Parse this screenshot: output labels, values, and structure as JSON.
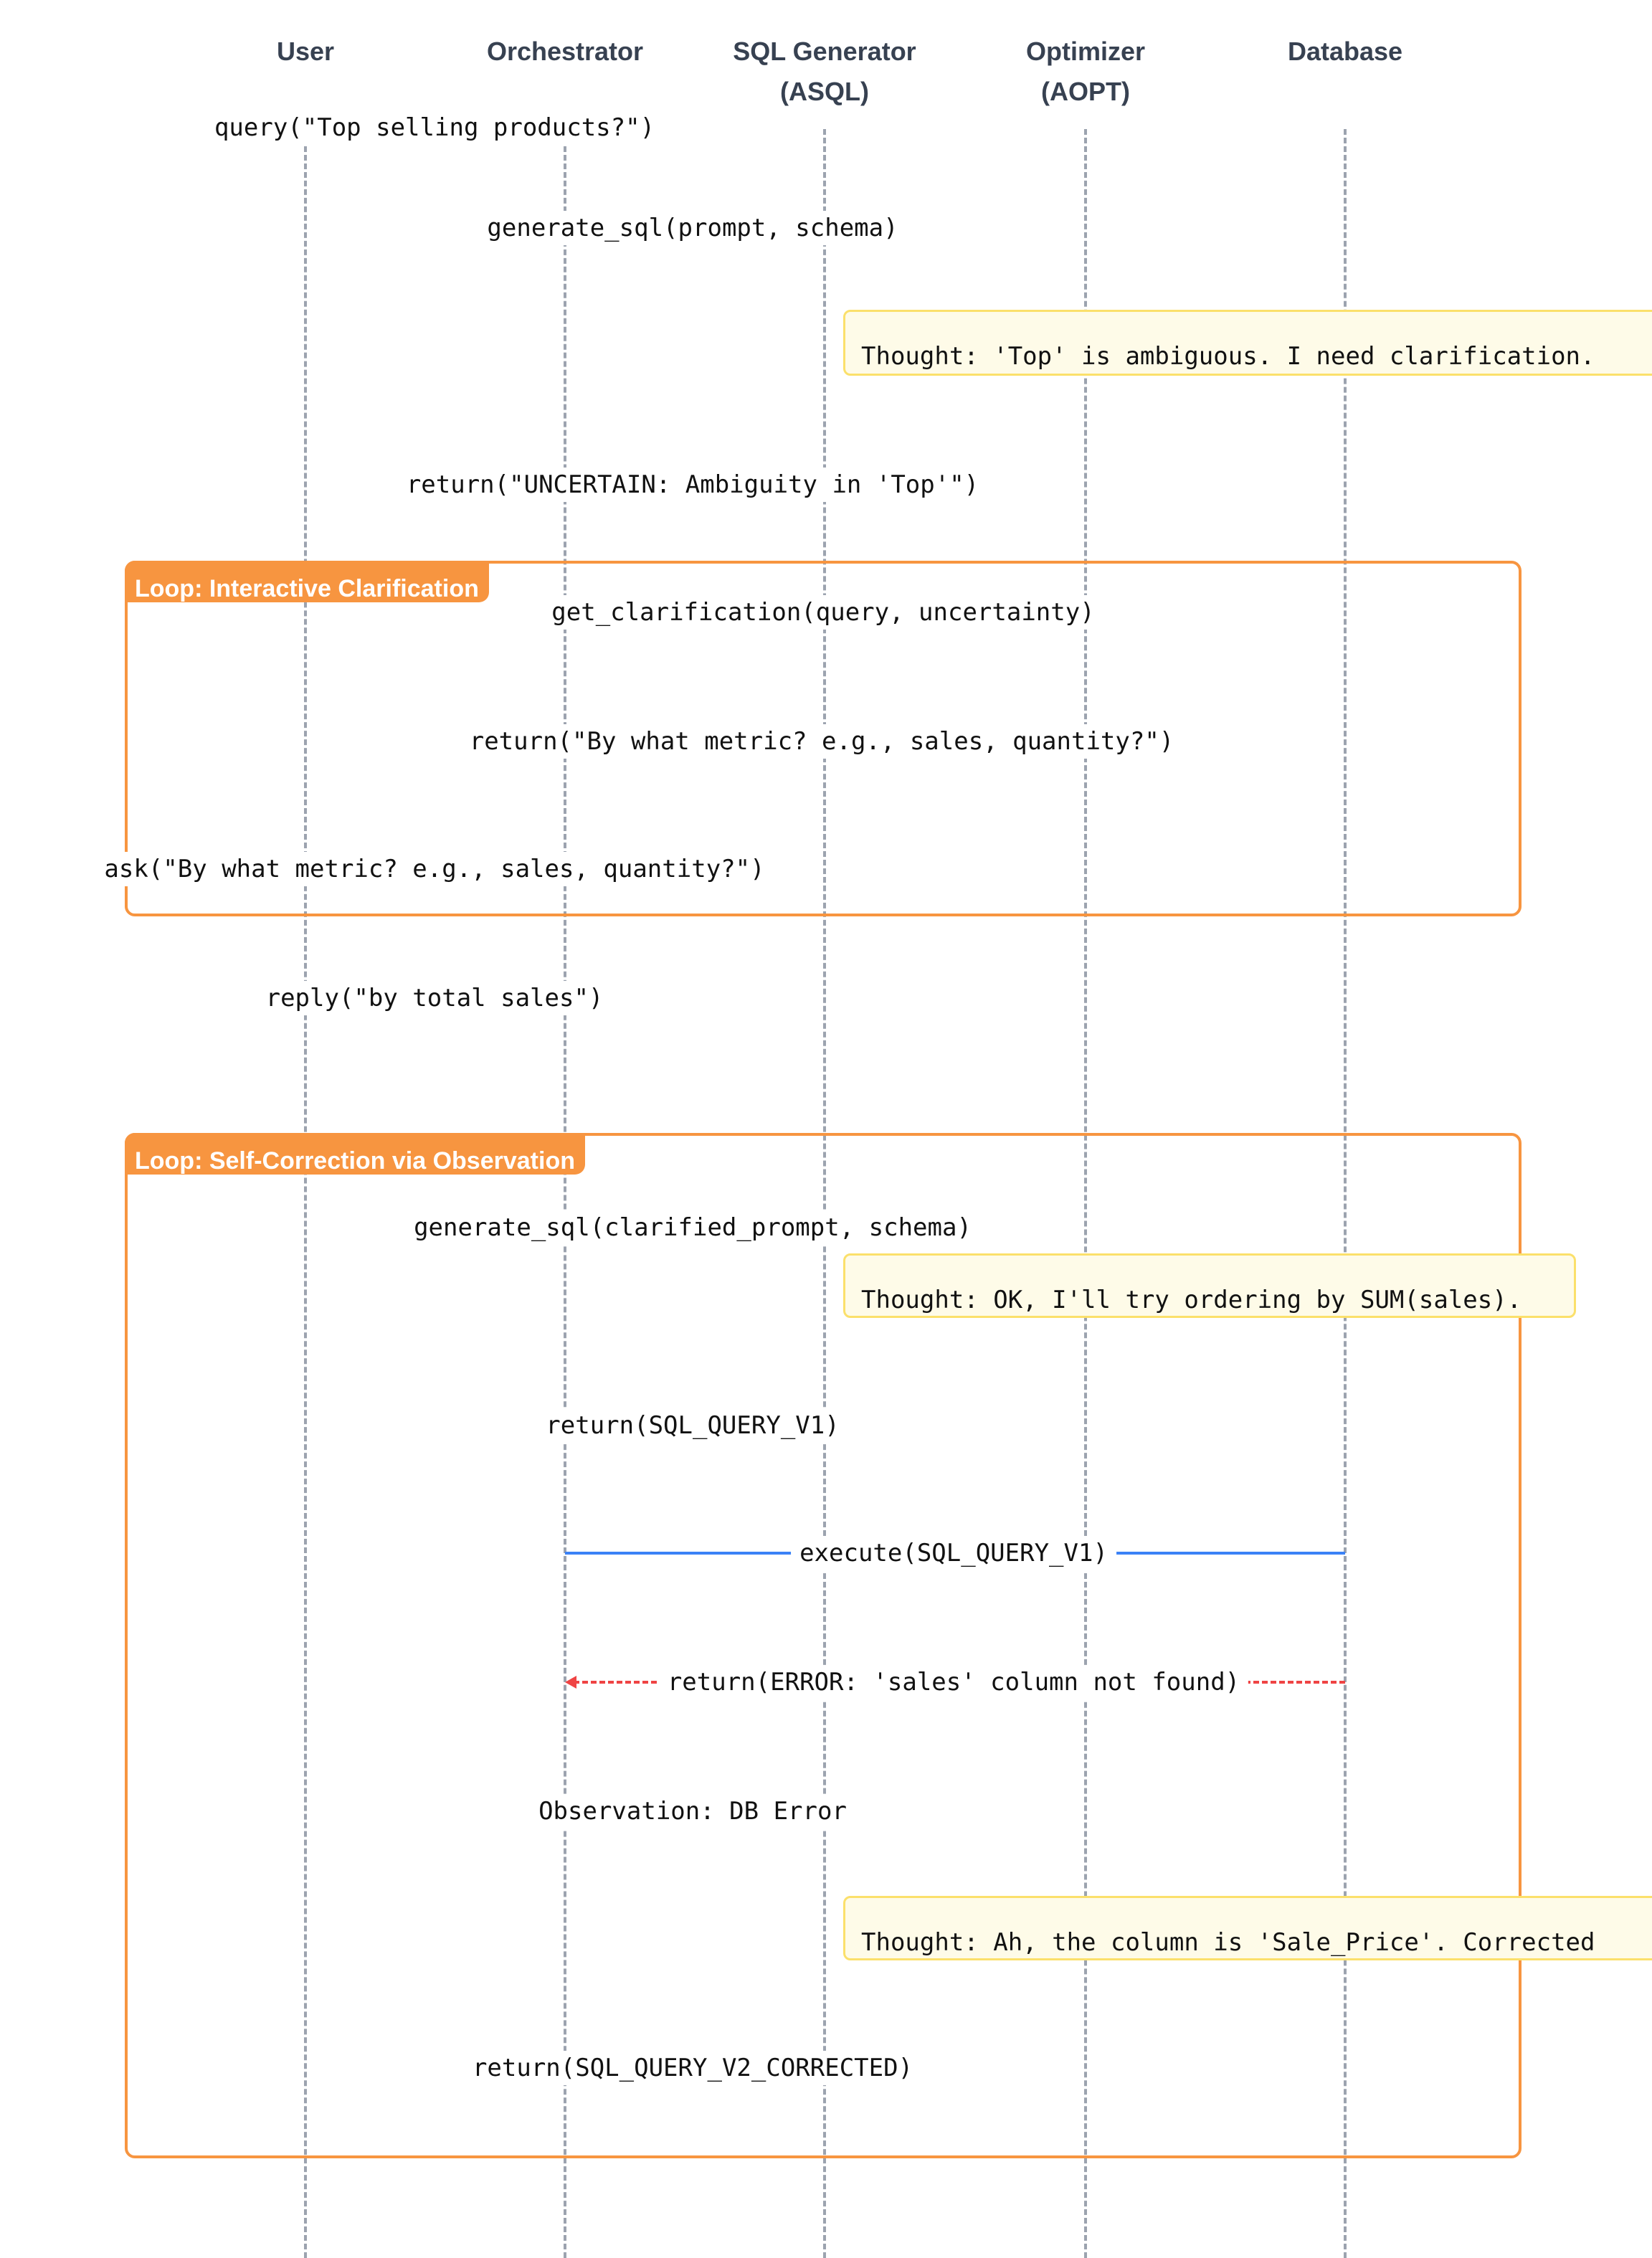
{
  "actors": [
    {
      "name": "User",
      "sub": ""
    },
    {
      "name": "Orchestrator",
      "sub": ""
    },
    {
      "name": "SQL Generator",
      "sub": "(ASQL)"
    },
    {
      "name": "Optimizer",
      "sub": "(AOPT)"
    },
    {
      "name": "Database",
      "sub": ""
    }
  ],
  "loops": [
    {
      "label": "Loop: Interactive Clarification"
    },
    {
      "label": "Loop: Self-Correction via Observation"
    }
  ],
  "messages": {
    "m1": "query(\"Top selling products?\")",
    "m2": "generate_sql(prompt, schema)",
    "m3": "return(\"UNCERTAIN: Ambiguity in 'Top'\")",
    "m4": "get_clarification(query, uncertainty)",
    "m5": "return(\"By what metric? e.g., sales, quantity?\")",
    "m6": "ask(\"By what metric? e.g., sales, quantity?\")",
    "m7": "reply(\"by total sales\")",
    "m8": "generate_sql(clarified_prompt, schema)",
    "m9": "return(SQL_QUERY_V1)",
    "m10": "execute(SQL_QUERY_V1)",
    "m11": "return(ERROR: 'sales' column not found)",
    "m12": "Observation: DB Error",
    "m13": "return(SQL_QUERY_V2_CORRECTED)"
  },
  "thoughts": {
    "t1": "Thought: 'Top' is ambiguous. I need clarification.",
    "t2": "Thought: OK, I'll try ordering by SUM(sales).",
    "t3": "Thought: Ah, the column is 'Sale_Price'. Corrected"
  },
  "colors": {
    "loop": "#f79540",
    "execute": "#3b82f6",
    "error": "#ef4444",
    "thought_bg": "#fefbe8",
    "thought_border": "#fbe06b",
    "lifeline": "#9ca3af"
  }
}
